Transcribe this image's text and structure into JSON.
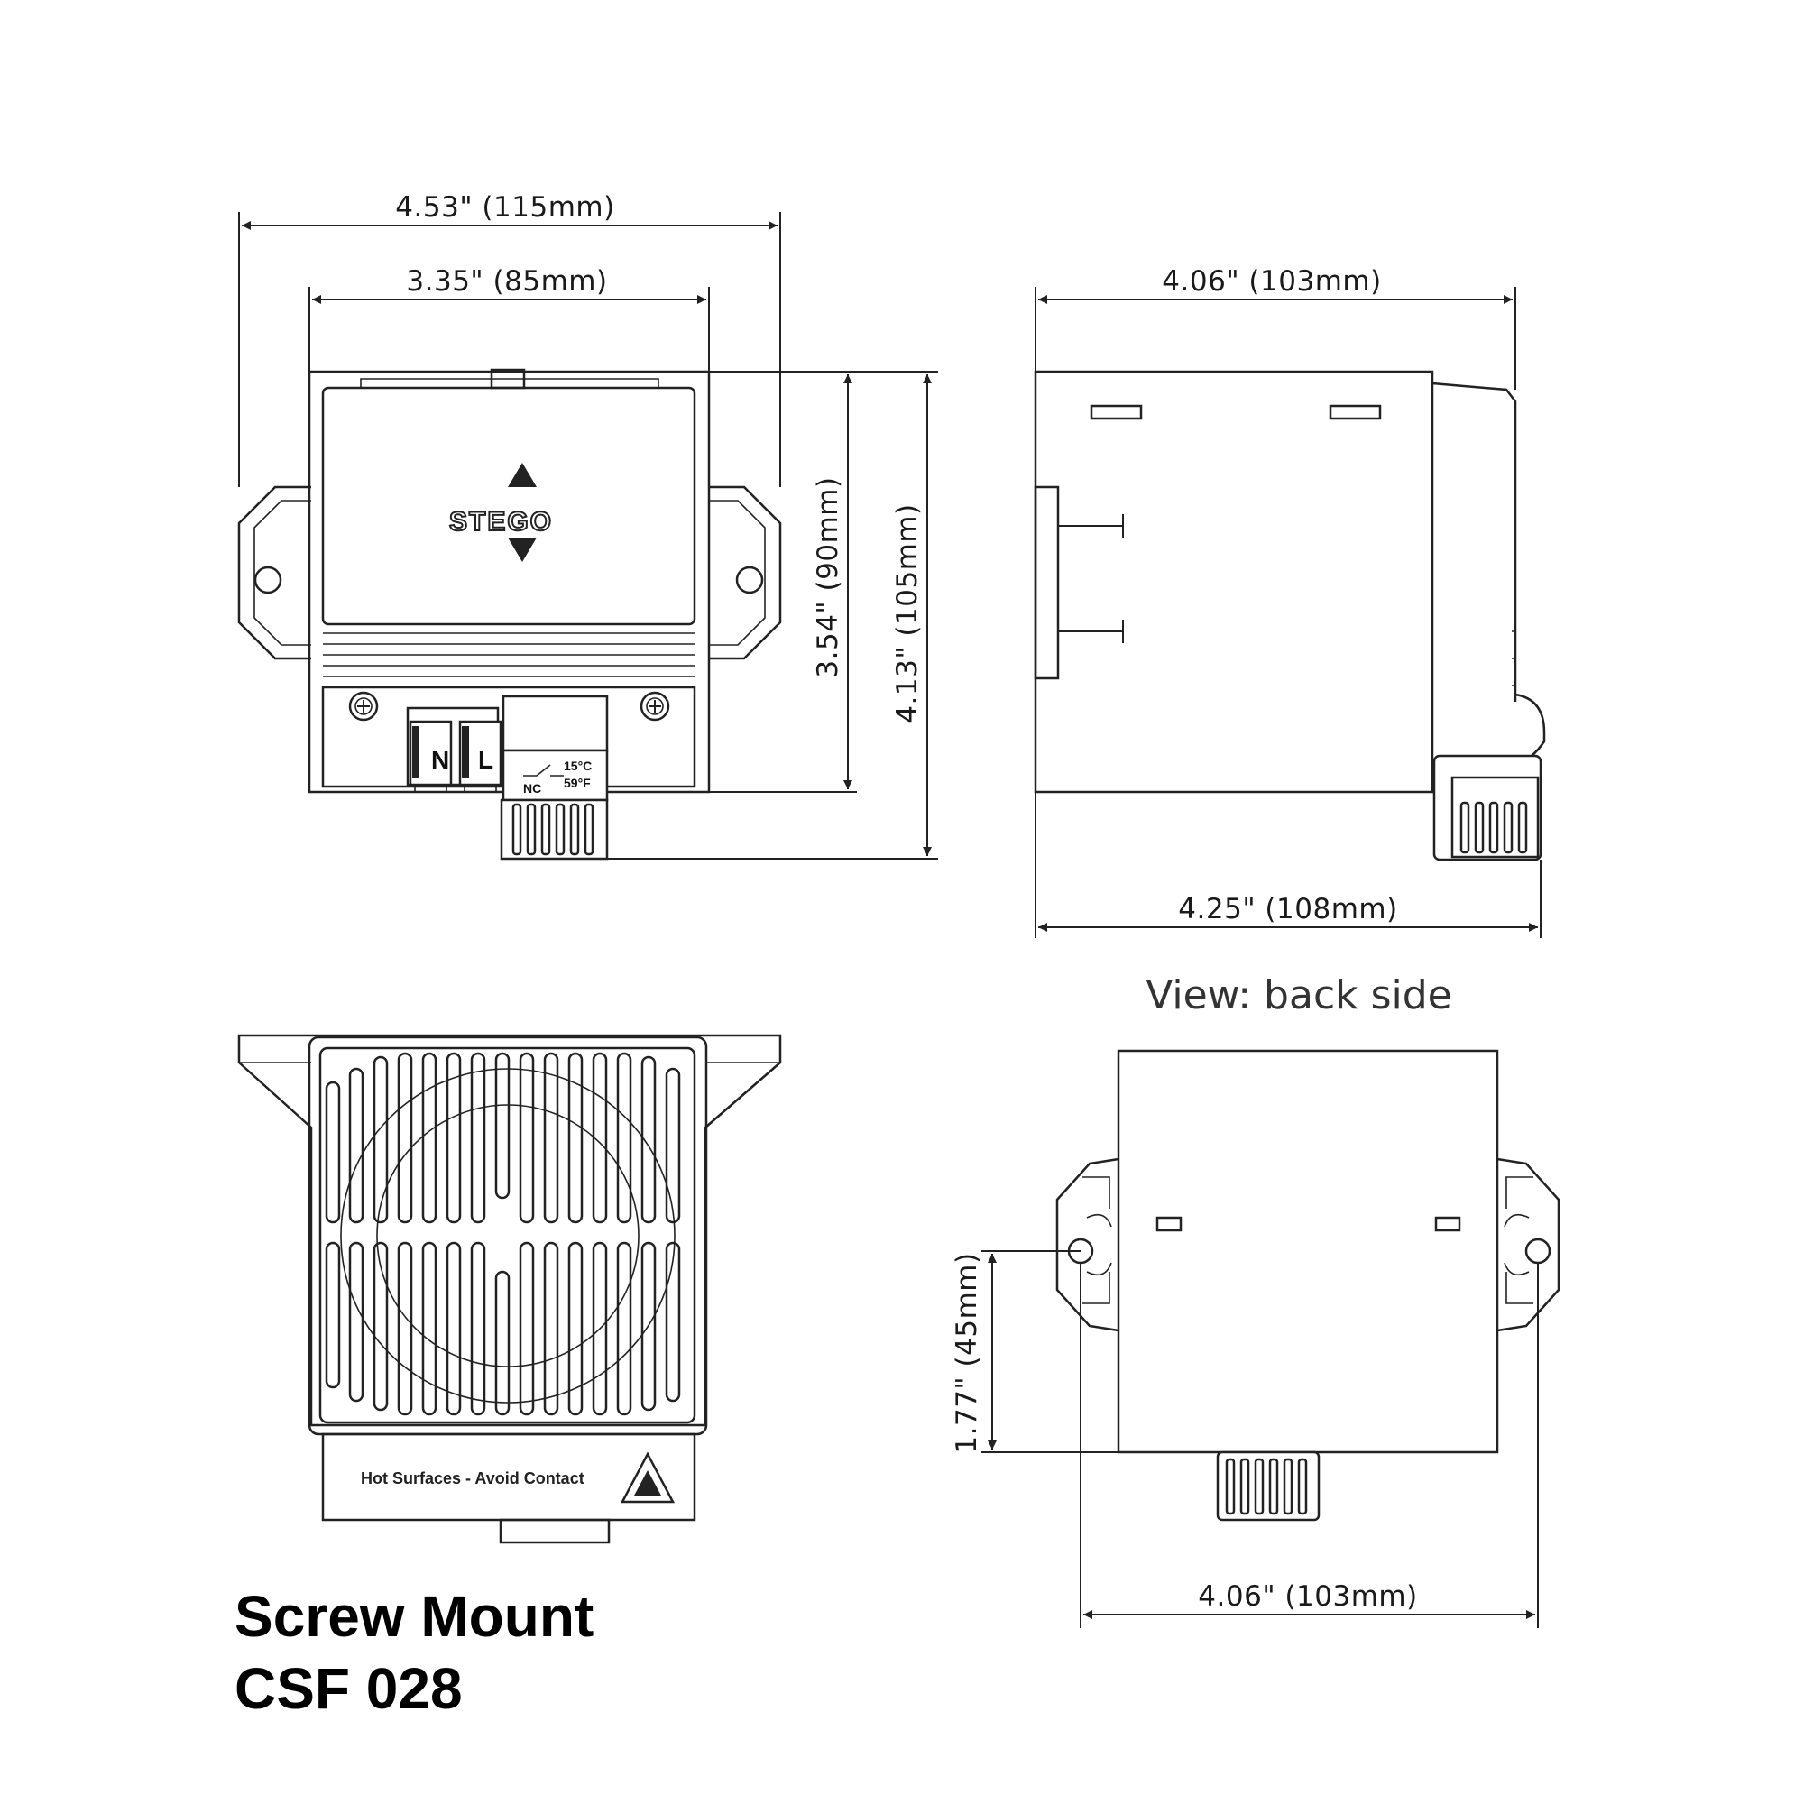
{
  "dimensions": {
    "front_overall_width": "4.53\" (115mm)",
    "front_body_width": "3.35\" (85mm)",
    "front_body_height": "3.54\" (90mm)",
    "front_overall_height": "4.13\" (105mm)",
    "side_top_width": "4.06\" (103mm)",
    "side_bottom_width": "4.25\" (108mm)",
    "back_mount_spacing": "1.77\" (45mm)",
    "back_hole_distance": "4.06\" (103mm)"
  },
  "labels": {
    "view_back": "View: back side",
    "logo": "STEGO",
    "terminal_n": "N",
    "terminal_l": "L",
    "thermostat_c": "15°C",
    "thermostat_f": "59°F",
    "thermostat_nc": "NC",
    "warning": "Hot Surfaces - Avoid Contact"
  },
  "title": {
    "line1": "Screw Mount",
    "line2": "CSF 028"
  },
  "icons": [
    "screw-icon",
    "warning-triangle-icon",
    "stego-logo-icon"
  ]
}
